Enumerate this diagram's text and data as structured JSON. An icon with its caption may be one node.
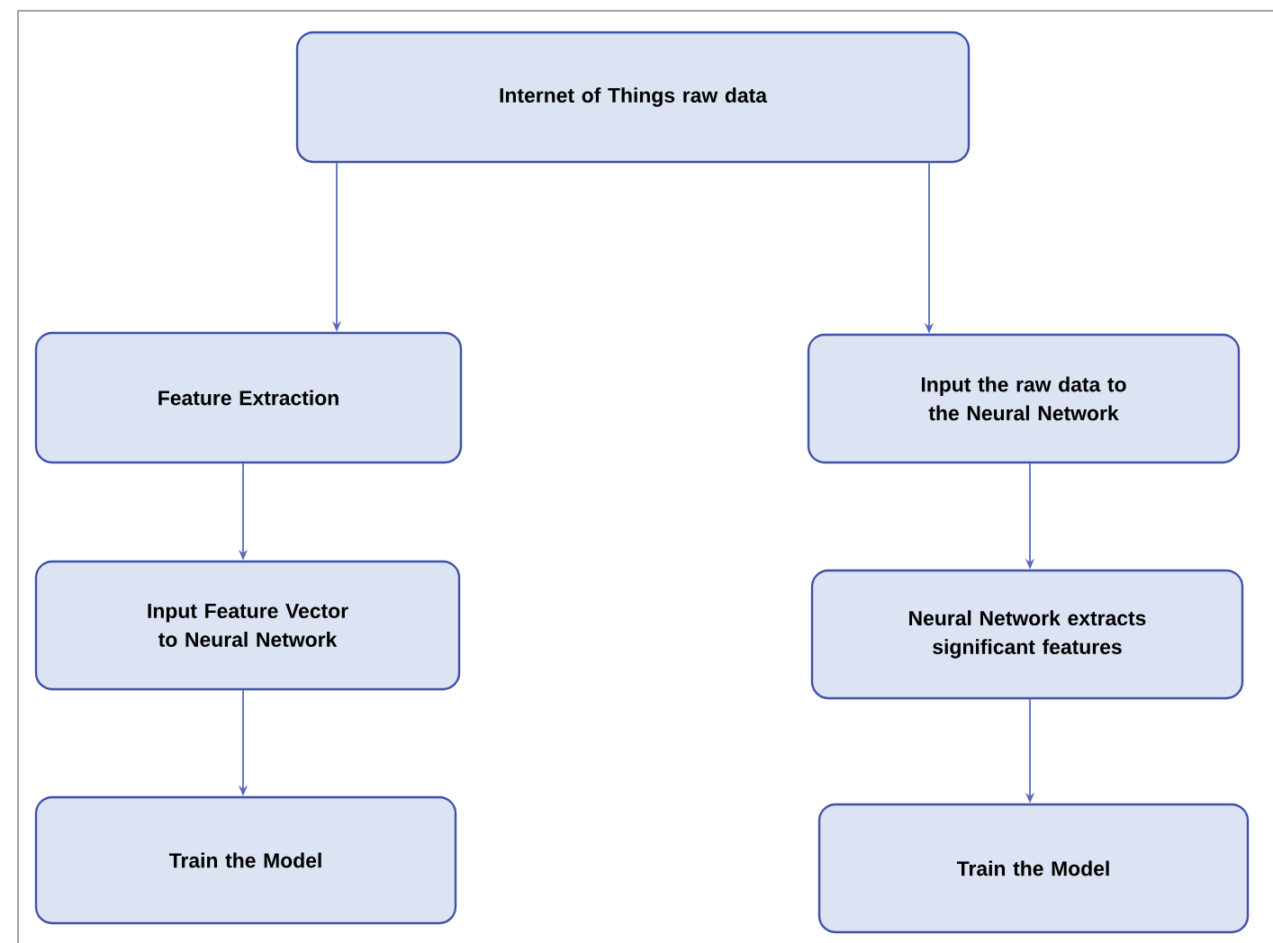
{
  "diagram": {
    "nodes": [
      {
        "text": [
          "Internet of Things raw data"
        ]
      },
      {
        "text": [
          "Feature Extraction"
        ]
      },
      {
        "text": [
          "Input Feature Vector to Neural Network"
        ]
      },
      {
        "text": [
          "Train the Model"
        ]
      },
      {
        "text": [
          "Input the raw data to the Neural Network"
        ]
      },
      {
        "text": [
          "Neural Network extracts significant features"
        ]
      },
      {
        "text": [
          "Train the Model"
        ]
      }
    ],
    "edges": [
      {
        "from": 0,
        "to": 1,
        "arrow": "to"
      },
      {
        "from": 1,
        "to": 2,
        "arrow": "to"
      },
      {
        "from": 2,
        "to": 3,
        "arrow": "to"
      },
      {
        "from": 0,
        "to": 4,
        "arrow": "to"
      },
      {
        "from": 4,
        "to": 5,
        "arrow": "to"
      },
      {
        "from": 5,
        "to": 6,
        "arrow": "to"
      }
    ]
  }
}
